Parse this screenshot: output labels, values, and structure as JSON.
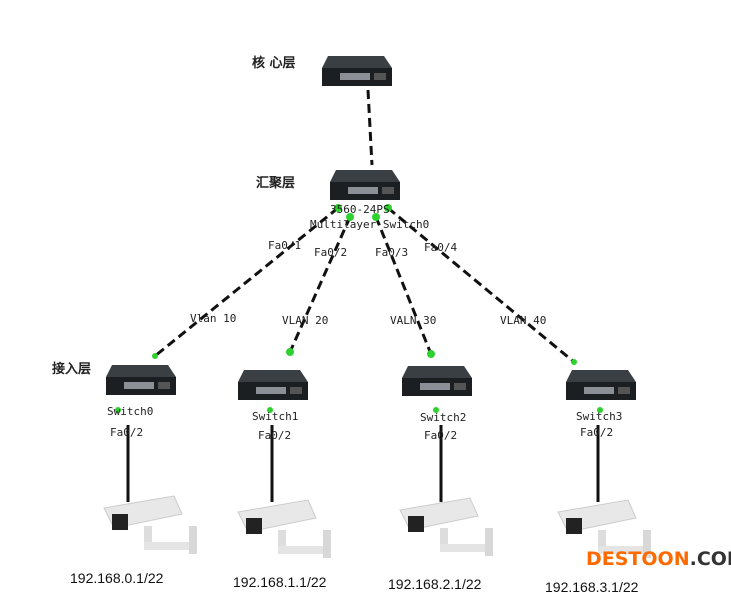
{
  "layers": {
    "core": "核 心层",
    "aggregation": "汇聚层",
    "access": "接入层"
  },
  "core_switch": {},
  "agg_switch": {
    "model": "3560-24PS",
    "name": "Multilayer Switch0",
    "ports": [
      "Fa0/1",
      "Fa0/2",
      "Fa0/3",
      "Fa0/4"
    ]
  },
  "access": [
    {
      "vlan": "Vlan 10",
      "name": "Switch0",
      "port": "Fa0/2",
      "ip": "192.168.0.1/22"
    },
    {
      "vlan": "VLAN 20",
      "name": "Switch1",
      "port": "Fa0/2",
      "ip": "192.168.1.1/22"
    },
    {
      "vlan": "VALN 30",
      "name": "Switch2",
      "port": "Fa0/2",
      "ip": "192.168.2.1/22"
    },
    {
      "vlan": "VLAN 40",
      "name": "Switch3",
      "port": "Fa0/2",
      "ip": "192.168.3.1/22"
    }
  ],
  "watermark": {
    "brand": "DESTOON",
    "suffix": ".COM",
    "brand_color": "#ff6a00"
  }
}
